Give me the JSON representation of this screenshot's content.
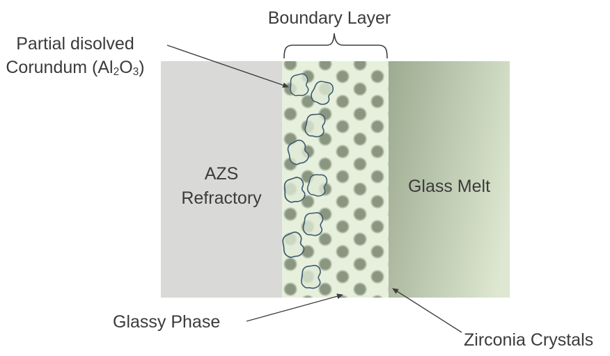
{
  "title": "Boundary Layer",
  "regions": {
    "azs": {
      "label_line1": "AZS",
      "label_line2": "Refractory"
    },
    "boundary": {
      "name": "Boundary Layer"
    },
    "glass_melt": {
      "label": "Glass Melt"
    }
  },
  "annotations": {
    "corundum": {
      "line1": "Partial disolved",
      "line2_pre": "Corundum (Al",
      "line2_sub1": "2",
      "line2_mid": "O",
      "line2_sub2": "3",
      "line2_post": ")"
    },
    "glassy_phase": "Glassy Phase",
    "zirconia": "Zirconia Crystals"
  },
  "colors": {
    "azs-fill": "#d9d9d8",
    "boundary-fill": "#e6f0dd",
    "dot-color": "#8b9680",
    "melt-dark": "#9dab90",
    "melt-light": "#dde7d1",
    "crystal-fill": "rgba(223,233,213,0.78)",
    "crystal-outline": "#3e5a70",
    "arrow-color": "#3f3f3f",
    "text-color": "#3b3b3b"
  }
}
